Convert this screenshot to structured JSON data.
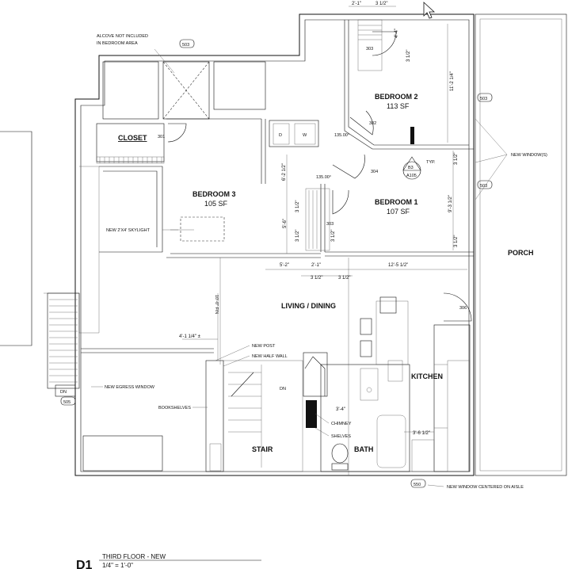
{
  "rooms": {
    "bedroom2": {
      "name": "BEDROOM 2",
      "area": "113 SF"
    },
    "bedroom3": {
      "name": "BEDROOM 3",
      "area": "105 SF"
    },
    "bedroom1": {
      "name": "BEDROOM 1",
      "area": "107 SF"
    },
    "closet": "CLOSET",
    "living": "LIVING / DINING",
    "kitchen": "KITCHEN",
    "porch": "PORCH",
    "stair": "STAIR",
    "bath": "BATH"
  },
  "door_tags": {
    "d301": "301",
    "d302": "302",
    "d303": "303",
    "d303b": "303",
    "d304": "304",
    "d306": "306"
  },
  "window_tags": {
    "w503a": "503",
    "w503b": "503",
    "w503c": "503",
    "w505": "505",
    "w550": "550"
  },
  "appliances": {
    "dryer": "D",
    "washer": "W",
    "dn_stair": "DN",
    "dn_side": "DN"
  },
  "angles": {
    "a1": "135.00°",
    "a2": "135.00°"
  },
  "section_marker": {
    "num": "B3",
    "sheet": "A105",
    "typ": "TYP."
  },
  "notes": {
    "alcove_1": "ALCOVE NOT INCLUDED",
    "alcove_2": "IN BEDROOM AREA",
    "new_windows": "NEW WINDOW(S)",
    "skylight": "NEW 2'X4' SKYLIGHT",
    "egress": "NEW EGRESS WINDOW",
    "bookshelves": "BOOKSHELVES",
    "new_post": "NEW POST",
    "half_wall": "NEW HALF WALL",
    "chimney": "CHIMNEY",
    "shelves": "SHELVES",
    "window_aisle": "NEW WINDOW CENTERED ON AISLE",
    "fin": "10'-0\" FIN"
  },
  "dims": {
    "top1": "2'-1\"",
    "top2": "3 1/2\"",
    "b2_4_4": "4'-4\"",
    "b2_3_5a": "3 1/2\"",
    "b2_11": "11'-2 1/4\"",
    "b3_6_2": "6'-2 1/2\"",
    "b3_3_5": "3 1/2\"",
    "b3_5_6": "5'-6\"",
    "b3_3_5b": "3 1/2\"",
    "b1_3_5a": "3 1/2\"",
    "b1_9_3": "9'-3 1/2\"",
    "b1_3_5b": "3 1/2\"",
    "b1_3_5c": "3 1/2\"",
    "h_5_2": "5'-2\"",
    "h_2_1": "2'-1\"",
    "h_12_5": "12'-5 1/2\"",
    "h_3_5a": "3 1/2\"",
    "h_3_5b": "3 1/2\"",
    "living_4_1": "4'-1 1/4\" ±",
    "bath_3_4": "3'-4\"",
    "kit_3_6": "3'-6 1/2\""
  },
  "titleblock": {
    "code": "D1",
    "title": "THIRD FLOOR - NEW",
    "scale": "1/4\" = 1'-0\""
  }
}
